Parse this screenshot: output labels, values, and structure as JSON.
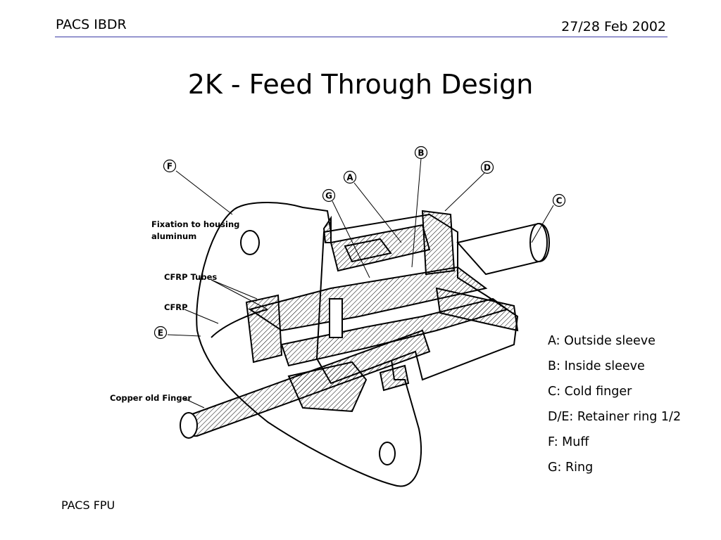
{
  "header": {
    "left": "PACS IBDR",
    "right": "27/28 Feb 2002"
  },
  "title": "2K - Feed Through Design",
  "annotations": {
    "fixation": [
      "Fixation to housing",
      "aluminum"
    ],
    "cfrp_tubes": "CFRP Tubes",
    "cfrp": "CFRP",
    "copper": "Copper old Finger"
  },
  "callouts": [
    "F",
    "B",
    "D",
    "A",
    "G",
    "C",
    "E"
  ],
  "legend": [
    "A: Outside sleeve",
    "B: Inside sleeve",
    "C: Cold finger",
    "D/E: Retainer ring 1/2",
    "F: Muff",
    "G: Ring"
  ],
  "footer": "PACS FPU"
}
